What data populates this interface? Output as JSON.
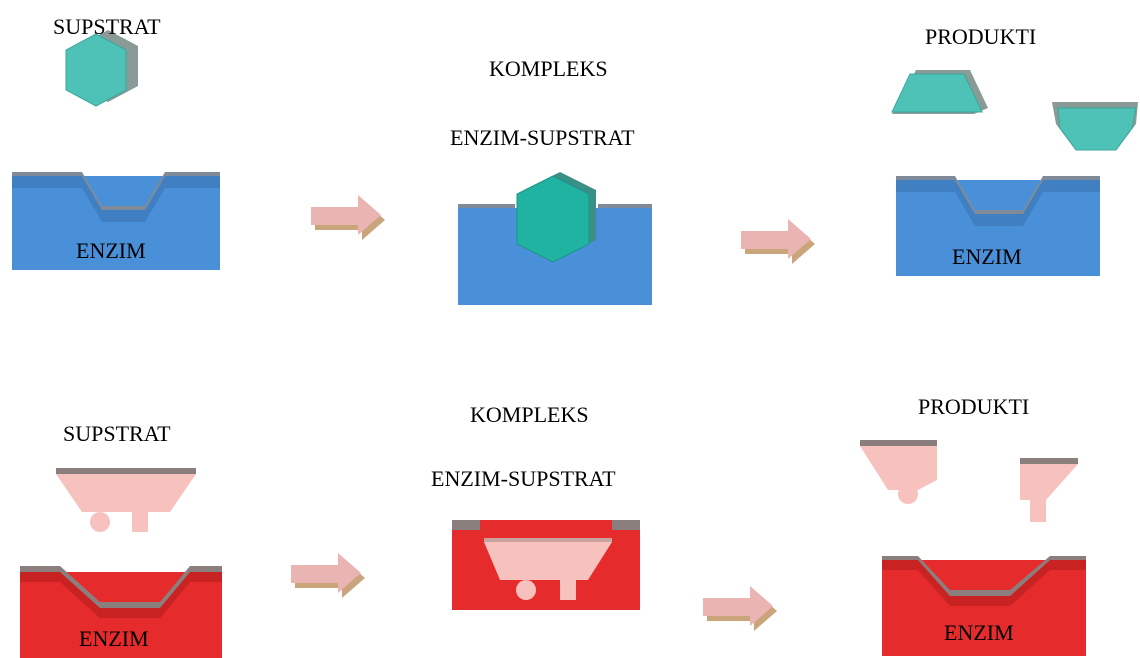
{
  "colors": {
    "background": "#ffffff",
    "enzyme_blue": "#4a90d9",
    "enzyme_blue_dark": "#3a74b6",
    "enzyme_red": "#e52b2b",
    "enzyme_red_dark": "#b81e1e",
    "substrate_teal": "#56c7bc",
    "substrate_pink": "#f7c2bd",
    "arrow_pink": "#e9b4b1",
    "arrow_shadow": "#caa47a"
  },
  "top_row": {
    "substrate_label": "SUPSTRAT",
    "enzyme_left_label": "ENZIM",
    "complex_label_line1": "KOMPLEKS",
    "complex_label_line2": "ENZIM-SUPSTRAT",
    "products_label": "PRODUKTI",
    "enzyme_right_label": "ENZIM"
  },
  "bottom_row": {
    "substrate_label": "SUPSTRAT",
    "enzyme_left_label": "ENZIM",
    "complex_label_line1": "KOMPLEKS",
    "complex_label_line2": "ENZIM-SUPSTRAT",
    "products_label": "PRODUKTI",
    "enzyme_right_label": "ENZIM"
  }
}
